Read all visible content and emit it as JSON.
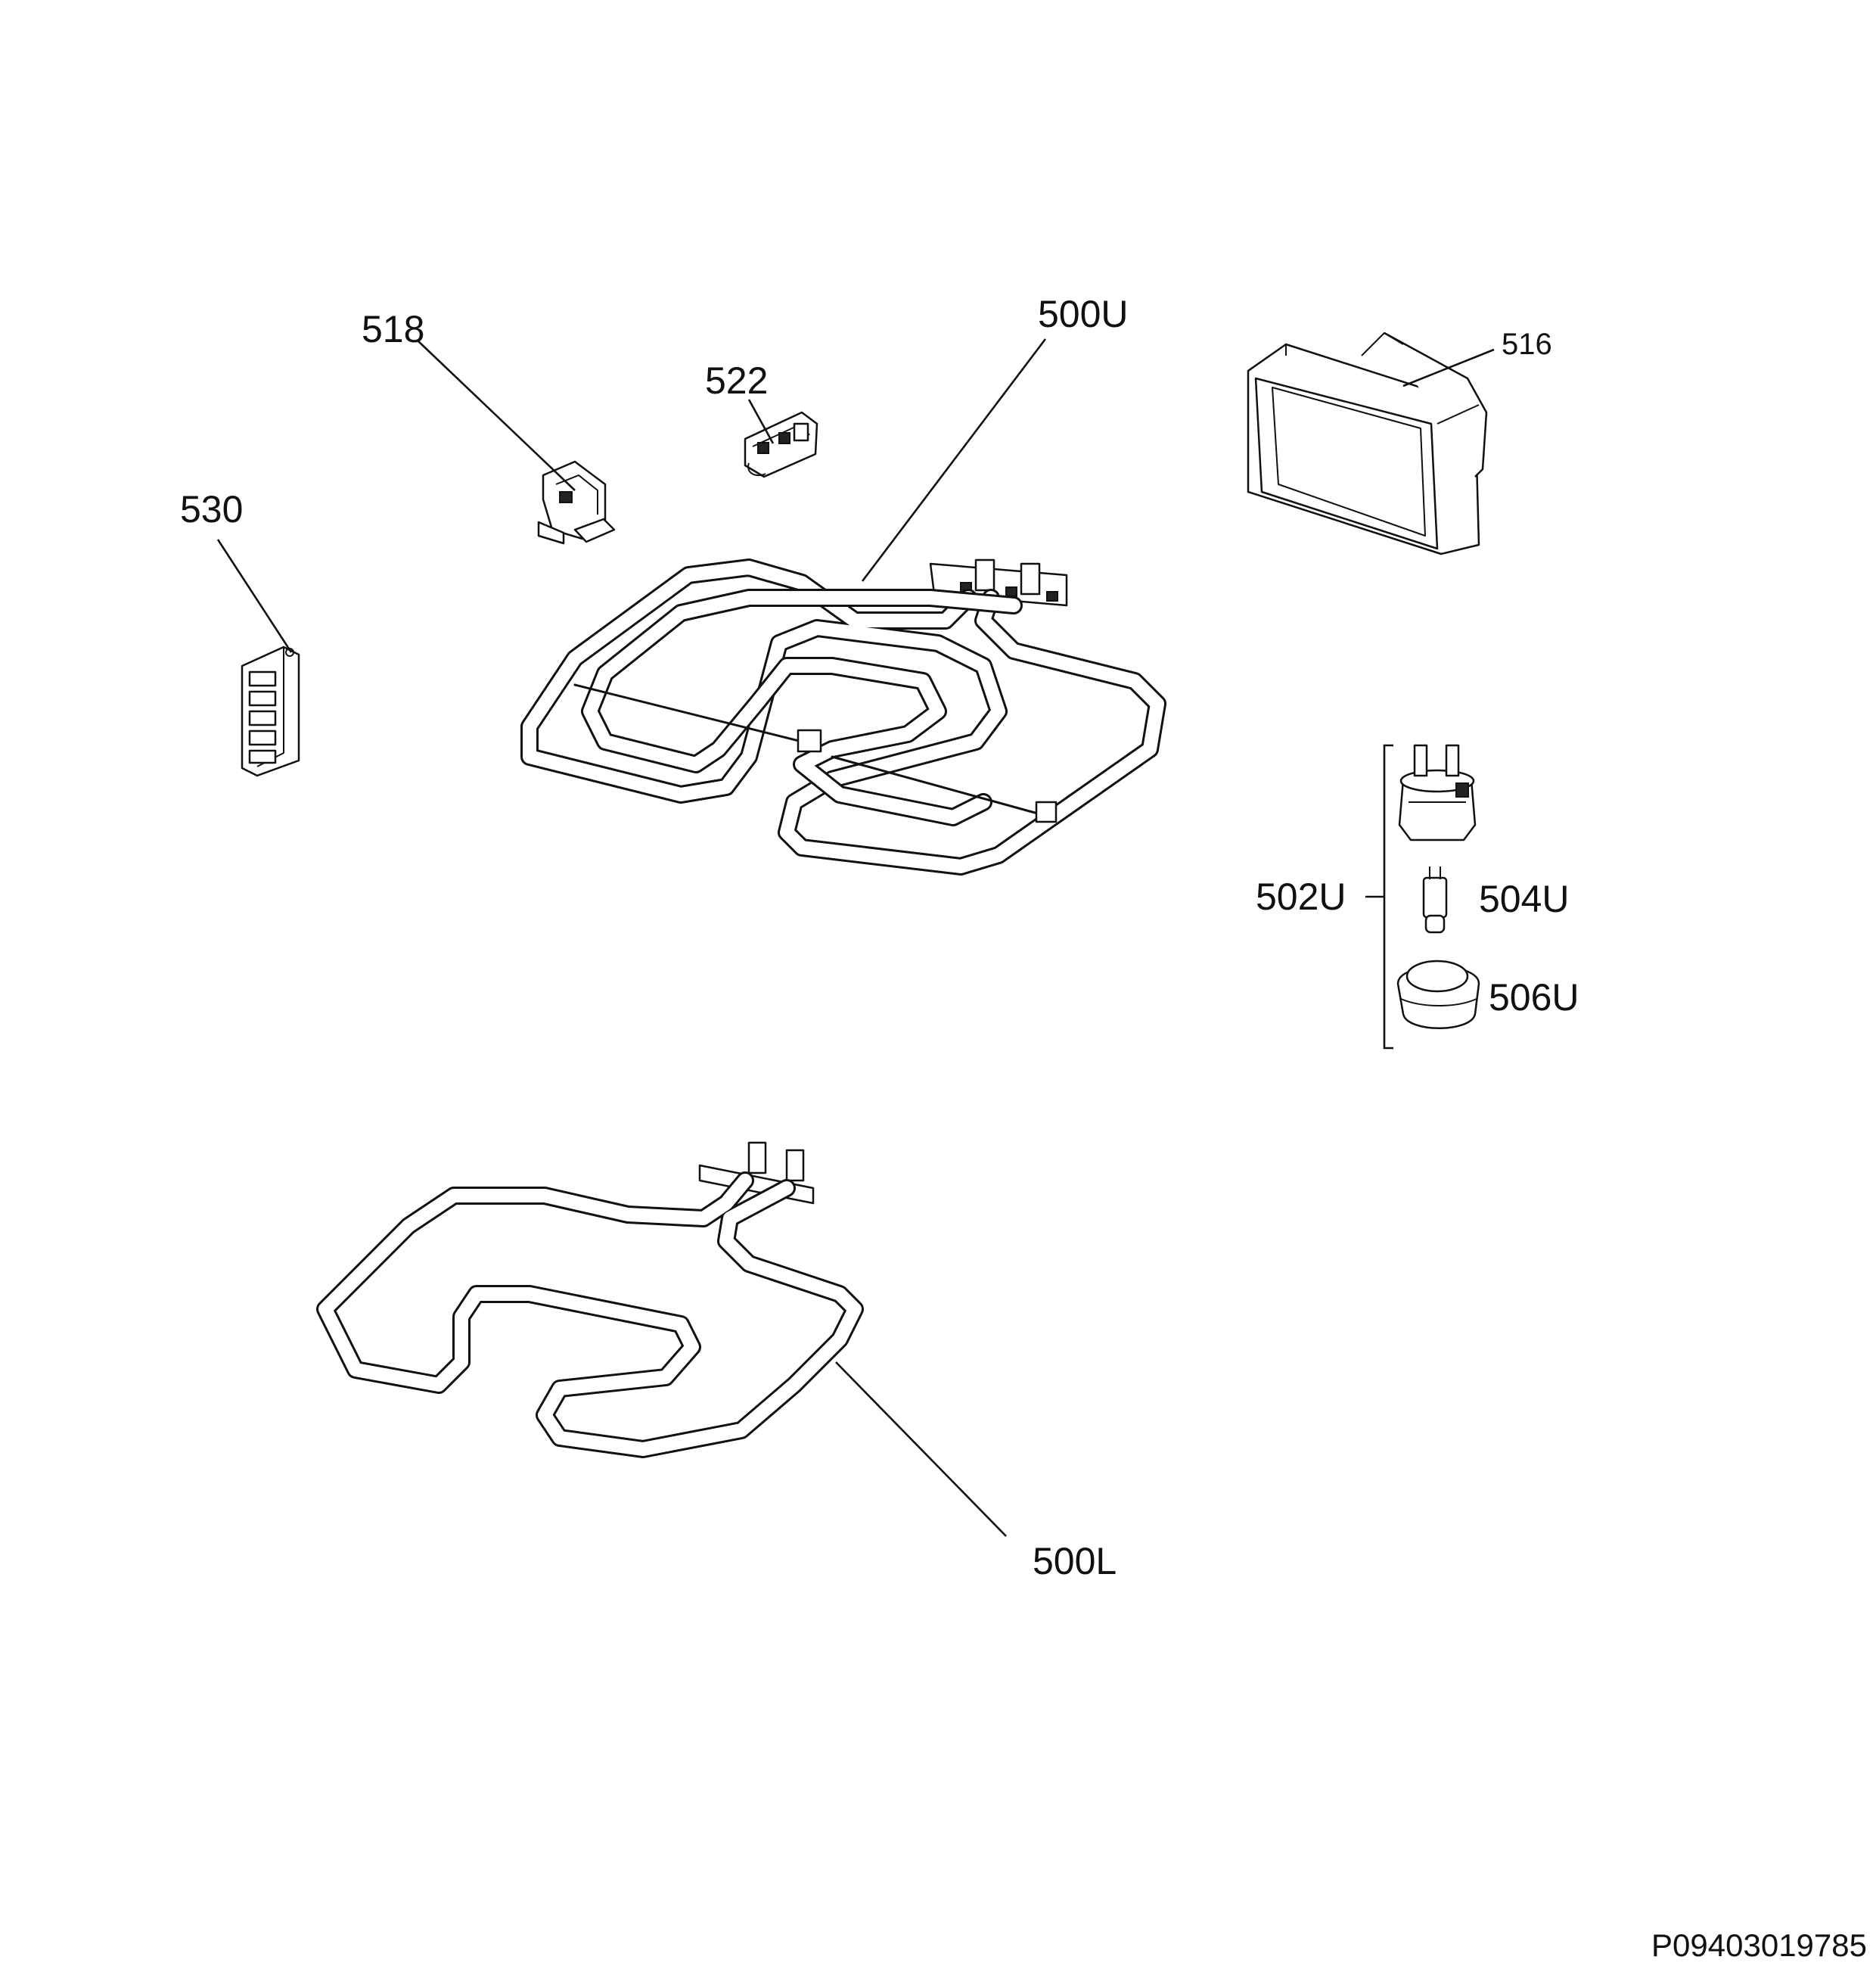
{
  "parts": [
    {
      "id": "518",
      "label": "518"
    },
    {
      "id": "522",
      "label": "522"
    },
    {
      "id": "500U",
      "label": "500U"
    },
    {
      "id": "516",
      "label": "516"
    },
    {
      "id": "530",
      "label": "530"
    },
    {
      "id": "502U",
      "label": "502U"
    },
    {
      "id": "504U",
      "label": "504U"
    },
    {
      "id": "506U",
      "label": "506U"
    },
    {
      "id": "500L",
      "label": "500L"
    }
  ],
  "drawing_code": "P09403019785"
}
